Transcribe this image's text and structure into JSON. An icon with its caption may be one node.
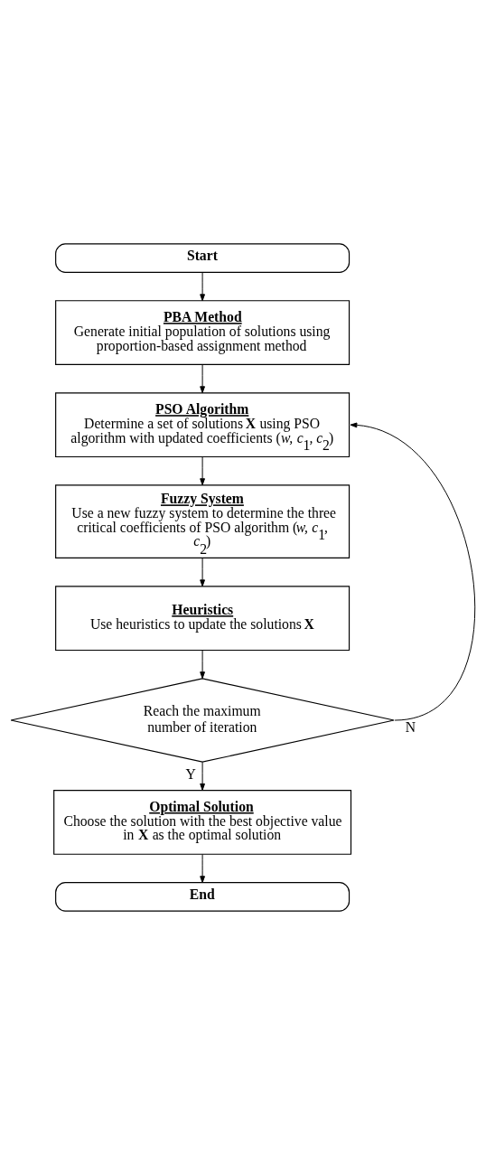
{
  "diagram": {
    "nodes": [
      {
        "text": [
          "Start"
        ]
      },
      {
        "text": [
          "PBA Method",
          "Generate initial population of solutions using proportion-based assignment method"
        ]
      },
      {
        "text": [
          "PSO Algorithm",
          "Determine a set of solutions **X** using PSO algorithm with updated coefficients (*w,* *c*$_{1}$*,* *c*$_{2}$)"
        ]
      },
      {
        "text": [
          "Fuzzy System",
          "Use a new fuzzy system to determine the three critical coefficients of PSO algorithm (*w,* *c*$_{1}$*,* *c*$_{2}$)"
        ]
      },
      {
        "text": [
          "Heuristics",
          "Use heuristics to update the solutions **X**"
        ]
      },
      {
        "text": [
          "Reach the maximum number of iteration"
        ]
      },
      {
        "text": [
          "Optimal Solution",
          "Choose the solution with the best objective value in **X** as the optimal solution"
        ]
      },
      {
        "text": [
          "End"
        ]
      }
    ],
    "edges": [
      {
        "from": 0,
        "to": 1,
        "arrow": "to"
      },
      {
        "from": 1,
        "to": 2,
        "arrow": "to"
      },
      {
        "from": 2,
        "to": 3,
        "arrow": "to"
      },
      {
        "from": 3,
        "to": 4,
        "arrow": "to"
      },
      {
        "from": 4,
        "to": 5,
        "arrow": "to"
      },
      {
        "from": 5,
        "to": 6,
        "label": "Y",
        "arrow": "to"
      },
      {
        "from": 5,
        "to": 2,
        "label": "N",
        "arrow": "to"
      },
      {
        "from": 6,
        "to": 7,
        "arrow": "to"
      }
    ]
  }
}
